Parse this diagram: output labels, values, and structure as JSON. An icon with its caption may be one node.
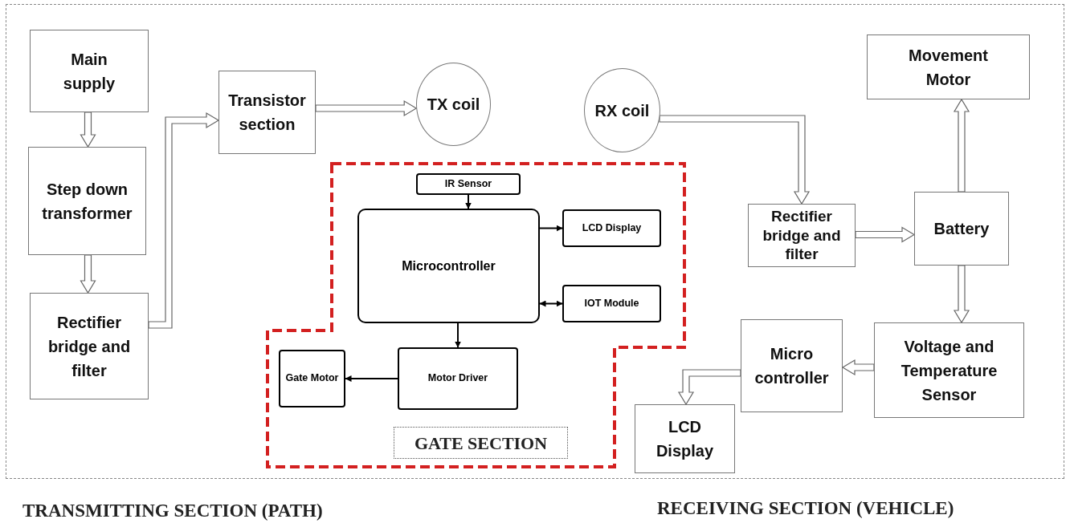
{
  "diagram": {
    "nodes": [
      {
        "text": [
          "Main supply"
        ]
      },
      {
        "text": [
          "Step down transformer"
        ]
      },
      {
        "text": [
          "Rectifier bridge and filter"
        ]
      },
      {
        "text": [
          "Transistor section"
        ]
      },
      {
        "text": [
          "TX coil"
        ]
      },
      {
        "text": [
          "RX coil"
        ]
      },
      {
        "text": [
          "Movement Motor"
        ]
      },
      {
        "text": [
          "Rectifier bridge and filter"
        ]
      },
      {
        "text": [
          "Battery"
        ]
      },
      {
        "text": [
          "Voltage and Temperature Sensor"
        ]
      },
      {
        "text": [
          "Micro controller"
        ]
      },
      {
        "text": [
          "LCD Display"
        ]
      },
      {
        "text": [
          "GATE SECTION"
        ]
      },
      {
        "text": [
          "IR Sensor"
        ],
        "in": 12
      },
      {
        "text": [
          "Microcontroller"
        ],
        "in": 12
      },
      {
        "text": [
          "LCD Display"
        ],
        "in": 12
      },
      {
        "text": [
          "IOT Module"
        ],
        "in": 12
      },
      {
        "text": [
          "Motor Driver"
        ],
        "in": 12
      },
      {
        "text": [
          "Gate Motor"
        ],
        "in": 12
      }
    ],
    "edges": [
      {
        "from": 0,
        "to": 1,
        "arrow": "to"
      },
      {
        "from": 1,
        "to": 2,
        "arrow": "to"
      },
      {
        "from": 2,
        "to": 3,
        "arrow": "to"
      },
      {
        "from": 3,
        "to": 4,
        "arrow": "to"
      },
      {
        "from": 5,
        "to": 7,
        "arrow": "to"
      },
      {
        "from": 7,
        "to": 8,
        "arrow": "to"
      },
      {
        "from": 8,
        "to": 6,
        "arrow": "to"
      },
      {
        "from": 8,
        "to": 9,
        "arrow": "to"
      },
      {
        "from": 9,
        "to": 10,
        "arrow": "to"
      },
      {
        "from": 10,
        "to": 11,
        "arrow": "to"
      },
      {
        "from": 13,
        "to": 14,
        "arrow": "to",
        "color": "#000000"
      },
      {
        "from": 14,
        "to": 15,
        "arrow": "to",
        "color": "#000000"
      },
      {
        "from": 16,
        "to": 14,
        "arrow": "both",
        "color": "#000000"
      },
      {
        "from": 14,
        "to": 17,
        "arrow": "to",
        "color": "#000000"
      },
      {
        "from": 17,
        "to": 18,
        "arrow": "to",
        "color": "#000000"
      }
    ],
    "labels": [
      "TRANSMITTING SECTION (PATH)",
      "RECEIVING SECTION (VEHICLE)"
    ]
  }
}
